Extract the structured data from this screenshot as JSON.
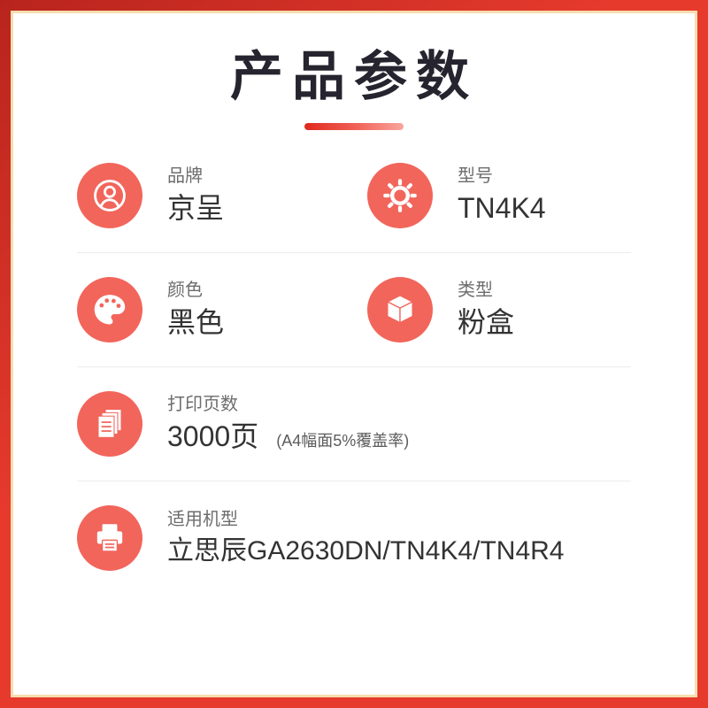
{
  "page": {
    "title": "产品参数"
  },
  "specs": [
    {
      "label": "品牌",
      "value": "京呈",
      "icon": "user-icon"
    },
    {
      "label": "型号",
      "value": "TN4K4",
      "icon": "gear-icon"
    },
    {
      "label": "颜色",
      "value": "黑色",
      "icon": "palette-icon"
    },
    {
      "label": "类型",
      "value": "粉盒",
      "icon": "box-icon"
    },
    {
      "label": "打印页数",
      "value": "3000页",
      "note": "(A4幅面5%覆盖率)",
      "icon": "pages-icon"
    },
    {
      "label": "适用机型",
      "value": "立思辰GA2630DN/TN4K4/TN4R4",
      "icon": "printer-icon"
    }
  ],
  "colors": {
    "accent": "#f2655b",
    "border_red": "#e63a2d",
    "border_cream": "#f6ddae",
    "title_text": "#26242e",
    "divider": "#ececec"
  }
}
